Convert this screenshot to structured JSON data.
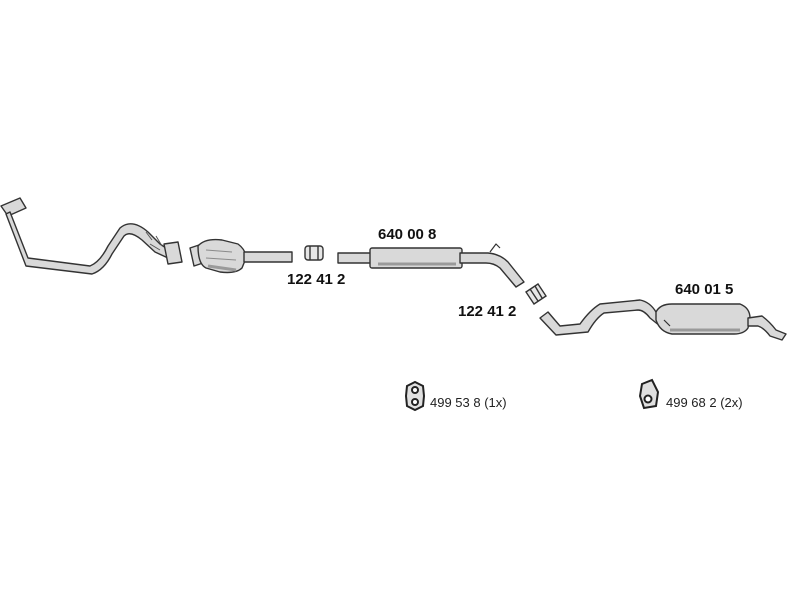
{
  "colors": {
    "background": "#ffffff",
    "line": "#333333",
    "pipe_fill": "#d9d9d9",
    "shade": "#9a9a9a"
  },
  "parts": [
    {
      "name": "front-pipe",
      "label": ""
    },
    {
      "name": "catalytic-converter",
      "label": ""
    },
    {
      "name": "clamp-1",
      "label": "122 41 2"
    },
    {
      "name": "middle-silencer",
      "label": "640 00 8"
    },
    {
      "name": "clamp-2",
      "label": "122 41 2"
    },
    {
      "name": "rear-silencer",
      "label": "640 01 5"
    }
  ],
  "hardware": [
    {
      "name": "rubber-mount-1",
      "icon": "rubber-mount-icon",
      "label": "499 53 8 (1x)"
    },
    {
      "name": "rubber-mount-2",
      "icon": "hanger-icon",
      "label": "499 68 2 (2x)"
    }
  ]
}
